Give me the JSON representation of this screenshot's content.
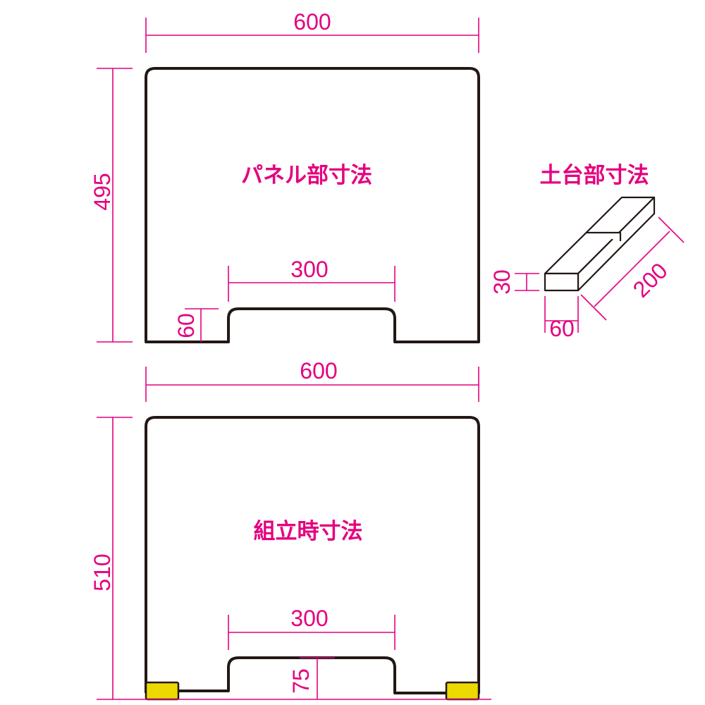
{
  "panel": {
    "title": "パネル部寸法",
    "width": "600",
    "height": "495",
    "notch_width": "300",
    "notch_height": "60"
  },
  "base": {
    "title": "土台部寸法",
    "height": "30",
    "width": "60",
    "length": "200"
  },
  "assembled": {
    "title": "組立時寸法",
    "width": "600",
    "height": "510",
    "notch_width": "300",
    "notch_height": "75"
  },
  "colors": {
    "dimension": "#e4007f",
    "foot": "#ecd900",
    "outline": "#231815"
  }
}
